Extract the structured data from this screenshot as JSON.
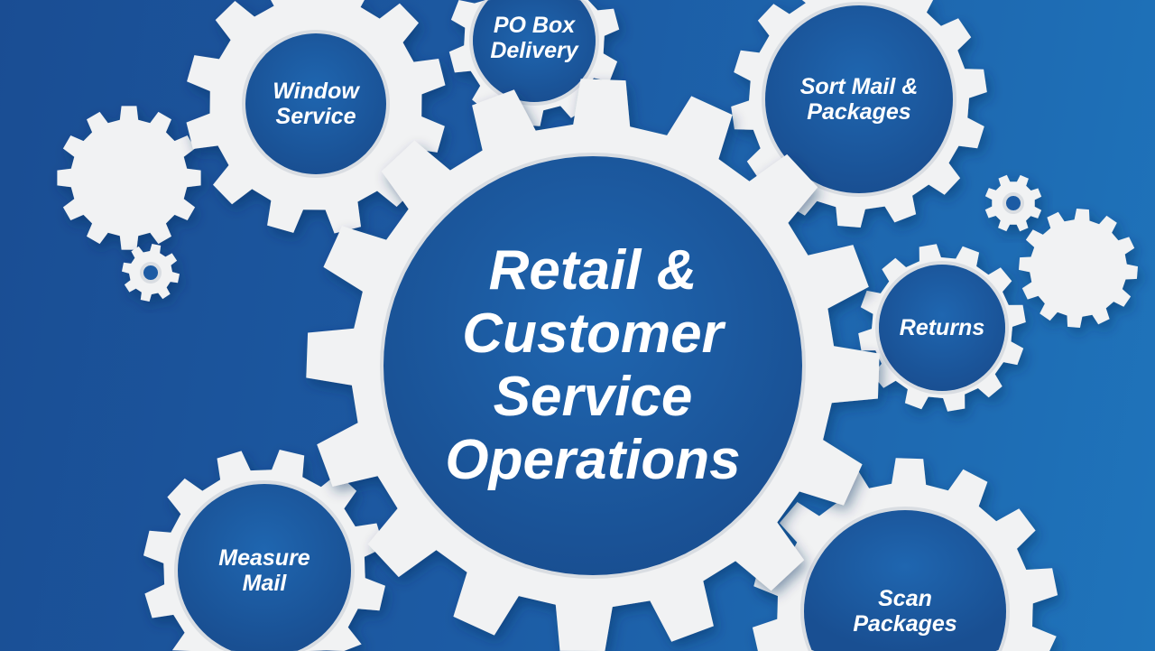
{
  "title": "Retail & Customer Service Operations",
  "gears": [
    {
      "id": "window-service",
      "label_lines": [
        "Window",
        "Service"
      ]
    },
    {
      "id": "po-box-delivery",
      "label_lines": [
        "PO Box",
        "Delivery"
      ]
    },
    {
      "id": "sort-mail-packages",
      "label_lines": [
        "Sort Mail &",
        "Packages"
      ]
    },
    {
      "id": "returns",
      "label_lines": [
        "Returns"
      ]
    },
    {
      "id": "measure-mail",
      "label_lines": [
        "Measure",
        "Mail"
      ]
    },
    {
      "id": "scan-packages",
      "label_lines": [
        "Scan",
        "Packages"
      ]
    }
  ],
  "main_lines": [
    "Retail &",
    "Customer",
    "Service",
    "Operations"
  ],
  "colors": {
    "gear": "#f1f2f3",
    "hole": "#1c5ba4",
    "background_left": "#1a4d93",
    "background_right": "#1f74bb"
  }
}
